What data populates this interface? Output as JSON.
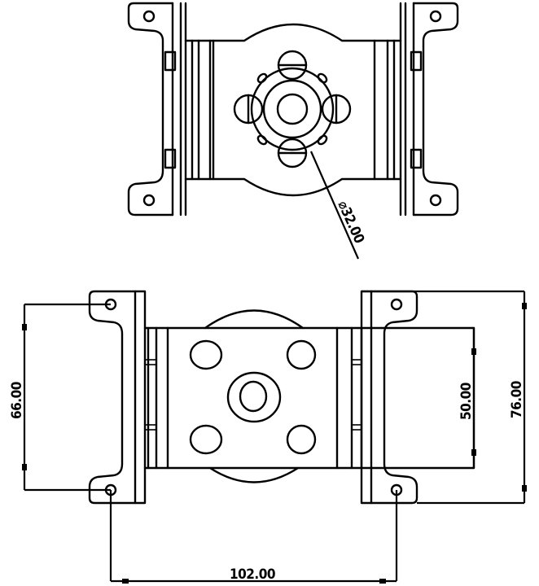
{
  "drawing": {
    "type": "servo mounting bracket technical drawing",
    "views": [
      {
        "name": "top-view",
        "label": "⌀32.00"
      },
      {
        "name": "front-view",
        "dimensions": {
          "left_hole_spacing": "66.00",
          "body_height": "50.00",
          "overall_height": "76.00",
          "hole_span_width": "102.00"
        }
      }
    ]
  }
}
